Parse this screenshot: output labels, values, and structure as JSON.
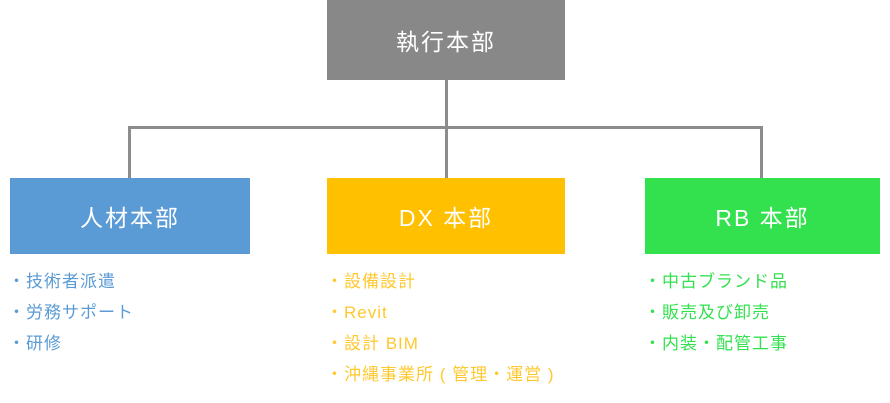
{
  "diagram": {
    "type": "organization-chart",
    "bullet_mark": "・",
    "root": {
      "label": "執行本部",
      "color": "#888888",
      "text_color": "#ffffff"
    },
    "branches": [
      {
        "id": "hr",
        "label": "人材本部",
        "color": "#5b9bd5",
        "text_color": "#ffffff",
        "items": [
          "技術者派遣",
          "労務サポート",
          "研修"
        ]
      },
      {
        "id": "dx",
        "label": "DX 本部",
        "color": "#ffc000",
        "text_color": "#ffffff",
        "items": [
          "設備設計",
          "Revit",
          "設計 BIM",
          "沖縄事業所 ( 管理・運営 )"
        ]
      },
      {
        "id": "rb",
        "label": "RB 本部",
        "color": "#33e14f",
        "text_color": "#ffffff",
        "items": [
          "中古ブランド品",
          "販売及び卸売",
          "内装・配管工事"
        ]
      }
    ],
    "connector_color": "#8c8c8c"
  }
}
